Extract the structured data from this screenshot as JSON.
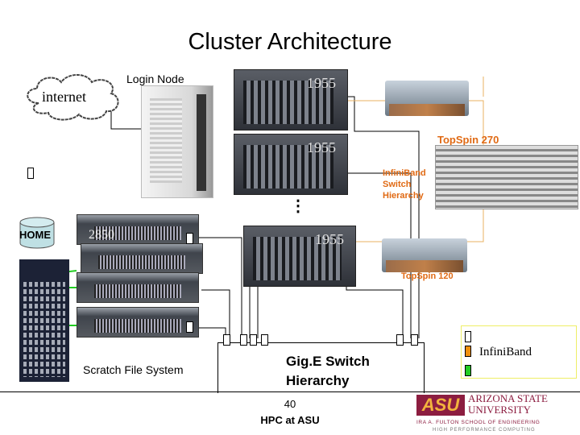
{
  "title": "Cluster Architecture",
  "internet_label": "internet",
  "login_node_label": "Login Node",
  "compute_chassis": [
    {
      "label": "1955"
    },
    {
      "label": "1955"
    },
    {
      "label": "1955"
    }
  ],
  "ellipsis": "⋮",
  "topspin_270_label": "TopSpin 270",
  "topspin_120_label": "TopSpin 120",
  "infiniband_hierarchy_label": "InfiniBand Switch Hierarchy",
  "home_label": "HOME",
  "storage_server_label": "2850",
  "scratch_label": "Scratch File System",
  "gige_label": "Gig.E Switch Hierarchy",
  "legend": {
    "items": [
      {
        "label": "",
        "color": "#ffffff"
      },
      {
        "label": "InfiniBand",
        "color": "#f0900c"
      },
      {
        "label": "",
        "color": "#22cc22"
      }
    ],
    "border_color": "#eeee66"
  },
  "footer": {
    "page_number": "40",
    "caption": "HPC at ASU"
  },
  "logo": {
    "name": "ASU",
    "line1": "ARIZONA STATE",
    "line2": "UNIVERSITY",
    "line3": "IRA A. FULTON SCHOOL OF ENGINEERING",
    "line4": "HIGH PERFORMANCE COMPUTING"
  },
  "colors": {
    "accent_orange": "#e06a14",
    "link_orange": "#e8b060",
    "asu_maroon": "#8c1d40"
  }
}
